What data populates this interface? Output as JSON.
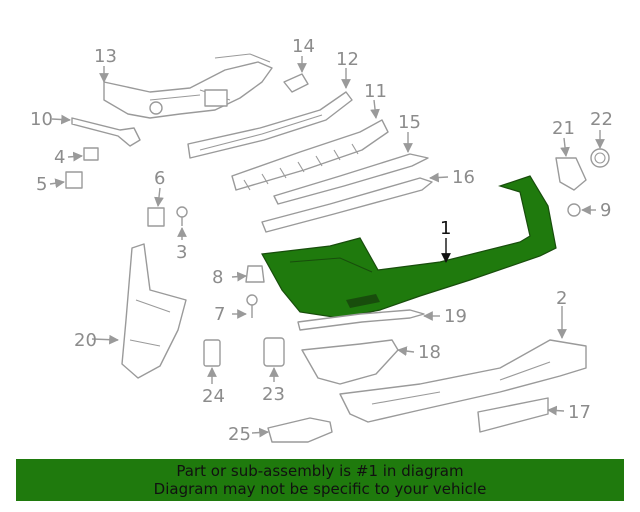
{
  "callouts": {
    "c1": "1",
    "c2": "2",
    "c3": "3",
    "c4": "4",
    "c5": "5",
    "c6": "6",
    "c7": "7",
    "c8": "8",
    "c9": "9",
    "c10": "10",
    "c11": "11",
    "c12": "12",
    "c13": "13",
    "c14": "14",
    "c15": "15",
    "c16": "16",
    "c17": "17",
    "c18": "18",
    "c19": "19",
    "c20": "20",
    "c21": "21",
    "c22": "22",
    "c23": "23",
    "c24": "24",
    "c25": "25"
  },
  "highlight_color": "#1f7a0d",
  "footer": {
    "line1": "Part or sub-assembly is #1 in diagram",
    "line2": "Diagram may not be specific to your vehicle"
  }
}
